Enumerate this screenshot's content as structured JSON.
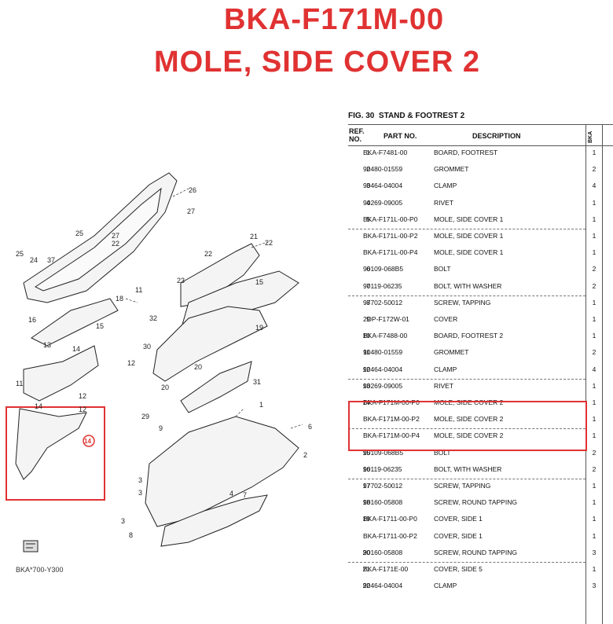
{
  "header": {
    "part_number": "BKA-F171M-00",
    "part_name": "MOLE, SIDE COVER 2"
  },
  "figure": {
    "label": "FIG.",
    "number": "30",
    "title": "STAND & FOOTREST 2",
    "diagram_code": "BKA*700-Y300",
    "callout_labels": [
      "26",
      "27",
      "25",
      "25",
      "24",
      "37",
      "27",
      "22",
      "21",
      "22",
      "22",
      "23",
      "15",
      "11",
      "18",
      "32",
      "16",
      "15",
      "13",
      "30",
      "14",
      "12",
      "19",
      "20",
      "20",
      "31",
      "11",
      "12",
      "14",
      "12",
      "29",
      "9",
      "1",
      "6",
      "2",
      "3",
      "3",
      "3",
      "7",
      "8",
      "4"
    ]
  },
  "table": {
    "col_ref": "REF.\nNO.",
    "col_ref_line1": "REF.",
    "col_ref_line2": "NO.",
    "col_part": "PART NO.",
    "col_desc": "DESCRIPTION",
    "col_model": "BKA",
    "rows": [
      {
        "ref": "1",
        "part": "BKA-F7481-00",
        "desc": "BOARD, FOOTREST",
        "qty": "1"
      },
      {
        "ref": "2",
        "part": "90480-01559",
        "desc": "GROMMET",
        "qty": "2"
      },
      {
        "ref": "3",
        "part": "90464-04004",
        "desc": "CLAMP",
        "qty": "4"
      },
      {
        "ref": "4",
        "part": "90269-09005",
        "desc": "RIVET",
        "qty": "1"
      },
      {
        "ref": "5",
        "part": "BKA-F171L-00-P0",
        "desc": "MOLE, SIDE COVER 1",
        "qty": "1"
      },
      {
        "ref": "",
        "part": "BKA-F171L-00-P2",
        "desc": "MOLE, SIDE COVER 1",
        "qty": "1"
      },
      {
        "ref": "",
        "part": "BKA-F171L-00-P4",
        "desc": "MOLE, SIDE COVER 1",
        "qty": "1"
      },
      {
        "ref": "6",
        "part": "90109-068B5",
        "desc": "BOLT",
        "qty": "2"
      },
      {
        "ref": "7",
        "part": "90119-06235",
        "desc": "BOLT, WITH WASHER",
        "qty": "2"
      },
      {
        "ref": "8",
        "part": "97702-50012",
        "desc": "SCREW, TAPPING",
        "qty": "1"
      },
      {
        "ref": "9",
        "part": "2DP-F172W-01",
        "desc": "COVER",
        "qty": "1"
      },
      {
        "ref": "10",
        "part": "BKA-F7488-00",
        "desc": "BOARD, FOOTREST 2",
        "qty": "1"
      },
      {
        "ref": "11",
        "part": "90480-01559",
        "desc": "GROMMET",
        "qty": "2"
      },
      {
        "ref": "12",
        "part": "90464-04004",
        "desc": "CLAMP",
        "qty": "4"
      },
      {
        "ref": "13",
        "part": "90269-09005",
        "desc": "RIVET",
        "qty": "1"
      },
      {
        "ref": "14",
        "part": "BKA-F171M-00-P0",
        "desc": "MOLE, SIDE COVER 2",
        "qty": "1"
      },
      {
        "ref": "",
        "part": "BKA-F171M-00-P2",
        "desc": "MOLE, SIDE COVER 2",
        "qty": "1"
      },
      {
        "ref": "",
        "part": "BKA-F171M-00-P4",
        "desc": "MOLE, SIDE COVER 2",
        "qty": "1"
      },
      {
        "ref": "15",
        "part": "90109-068B5",
        "desc": "BOLT",
        "qty": "2"
      },
      {
        "ref": "16",
        "part": "90119-06235",
        "desc": "BOLT, WITH WASHER",
        "qty": "2"
      },
      {
        "ref": "17",
        "part": "97702-50012",
        "desc": "SCREW, TAPPING",
        "qty": "1"
      },
      {
        "ref": "18",
        "part": "90160-05808",
        "desc": "SCREW, ROUND TAPPING",
        "qty": "1"
      },
      {
        "ref": "19",
        "part": "BKA-F1711-00-P0",
        "desc": "COVER, SIDE 1",
        "qty": "1"
      },
      {
        "ref": "",
        "part": "BKA-F1711-00-P2",
        "desc": "COVER, SIDE 1",
        "qty": "1"
      },
      {
        "ref": "20",
        "part": "90160-05808",
        "desc": "SCREW, ROUND TAPPING",
        "qty": "3"
      },
      {
        "ref": "21",
        "part": "BKA-F171E-00",
        "desc": "COVER, SIDE 5",
        "qty": "1"
      },
      {
        "ref": "22",
        "part": "90464-04004",
        "desc": "CLAMP",
        "qty": "3"
      }
    ]
  },
  "colors": {
    "highlight": "#e03232",
    "title": "#e03232",
    "line": "#555555"
  }
}
